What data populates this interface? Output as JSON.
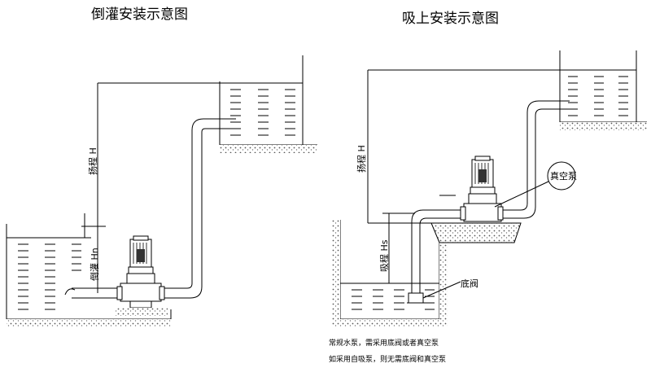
{
  "left_diagram": {
    "title": "倒灌安装示意图",
    "head_label": "扬程 H",
    "inflow_label": "倒灌 Hn"
  },
  "right_diagram": {
    "title": "吸上安装示意图",
    "head_label": "扬程 H",
    "suction_label": "吸程 Hs",
    "vacuum_pump_label": "真空泵",
    "foot_valve_label": "底阀"
  },
  "notes": [
    "常规水泵，需采用底阀或者真空泵",
    "如采用自吸泵，则无需底阀和真空泵"
  ],
  "colors": {
    "line": "#000000",
    "ground": "#cccccc",
    "motor": "#333333"
  }
}
